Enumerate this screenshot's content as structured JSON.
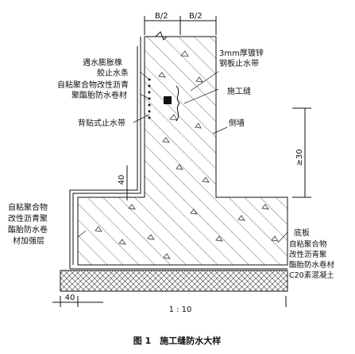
{
  "dims": {
    "half_a": "B/2",
    "half_b": "B/2",
    "wall_min": "≥30",
    "lap_vertical": "40",
    "lap_bottom": "40"
  },
  "labels": {
    "swelling_strip_1": "遇水膨胀橡",
    "swelling_strip_2": "胶止水条",
    "asphalt_membrane_1": "自粘聚合物改性沥青",
    "asphalt_membrane_2": "聚酯胎防水卷材",
    "backing_waterstop": "背贴式止水带",
    "steel_plate_1": "3mm厚镀锌",
    "steel_plate_2": "钢板止水带",
    "construction_joint": "施工缝",
    "side_wall": "侧墙",
    "reinforce_1": "自粘聚合物",
    "reinforce_2": "改性沥青聚",
    "reinforce_3": "酯胎防水卷",
    "reinforce_4": "材加强层",
    "base_slab": "底板",
    "bottom_membrane_1": "自粘聚合物",
    "bottom_membrane_2": "改性沥青聚",
    "bottom_membrane_3": "酯胎防水卷材",
    "c20_concrete": "C20素混凝土",
    "scale": "1 : 10"
  },
  "caption": "图 1　施工缝防水大样"
}
